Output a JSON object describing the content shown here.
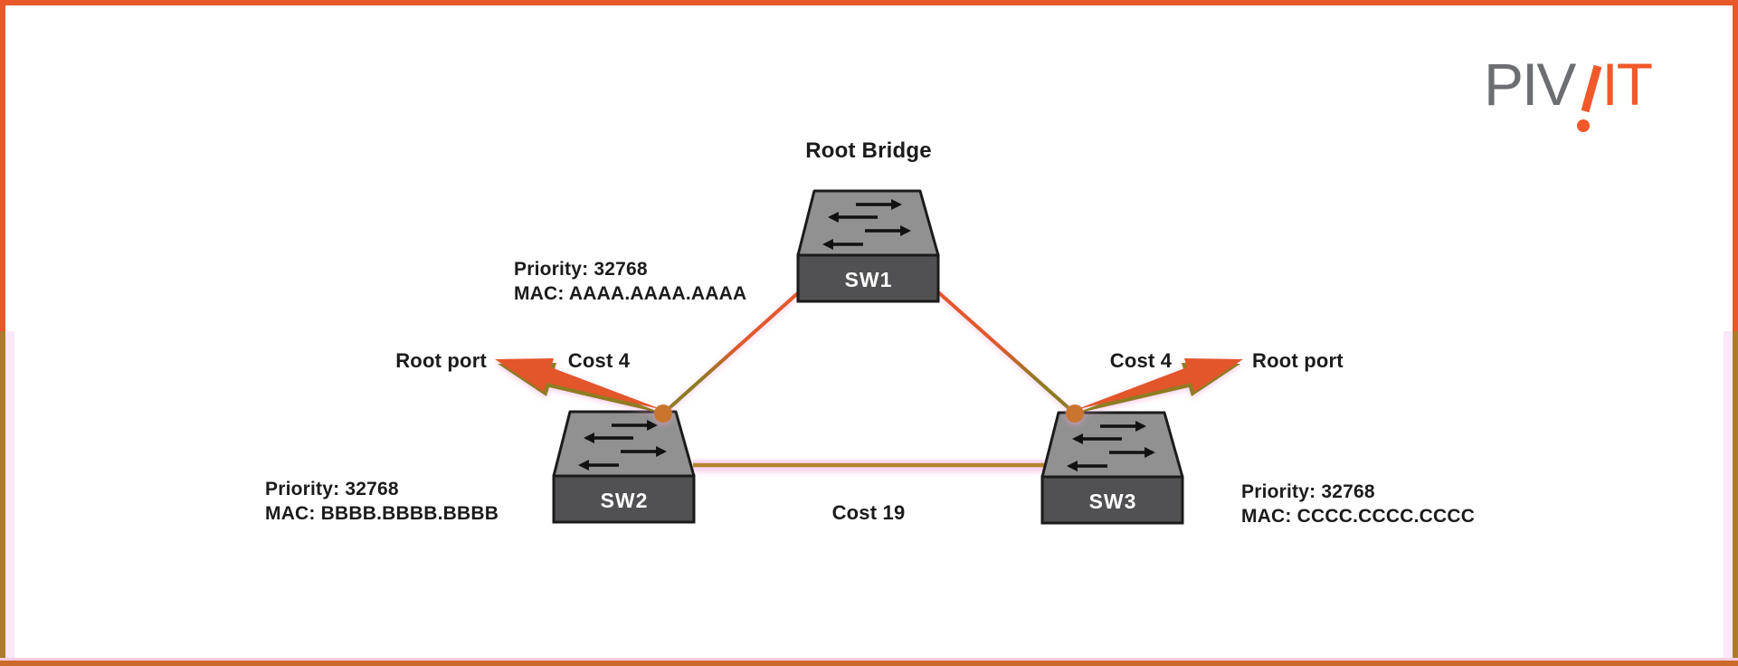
{
  "diagram": {
    "root_bridge_label": "Root Bridge",
    "switches": [
      {
        "name": "SW1",
        "priority": "Priority: 32768",
        "mac": "MAC: AAAA.AAAA.AAAA"
      },
      {
        "name": "SW2",
        "priority": "Priority: 32768",
        "mac": "MAC: BBBB.BBBB.BBBB"
      },
      {
        "name": "SW3",
        "priority": "Priority: 32768",
        "mac": "MAC: CCCC.CCCC.CCCC"
      }
    ],
    "links": [
      {
        "from": "SW1",
        "to": "SW2",
        "cost": "Cost 4"
      },
      {
        "from": "SW1",
        "to": "SW3",
        "cost": "Cost 4"
      },
      {
        "from": "SW2",
        "to": "SW3",
        "cost": "Cost 19"
      }
    ],
    "root_ports": {
      "left": "Root port",
      "right": "Root port"
    }
  },
  "logo": {
    "gray_text": "PIV",
    "orange_text": "IT"
  },
  "colors": {
    "frame_orange": "#E8582B",
    "frame_olive": "#AC7C2B",
    "frame_pink": "#FAE7FA",
    "frame_bottom": "#CC6A2B",
    "link_orange": "#E4582C",
    "link_olive": "#8F7B20",
    "link_tan": "#B5832F",
    "arrow_orange": "#E2572B",
    "arrow_olive_shadow": "#8F7B20",
    "port_dot_orange": "#C9752F",
    "switch_top_gray": "#919191",
    "switch_front_gray": "#515153",
    "text_dark": "#1B1B1B",
    "logo_gray": "#6D6E71",
    "logo_orange": "#F1582A"
  }
}
